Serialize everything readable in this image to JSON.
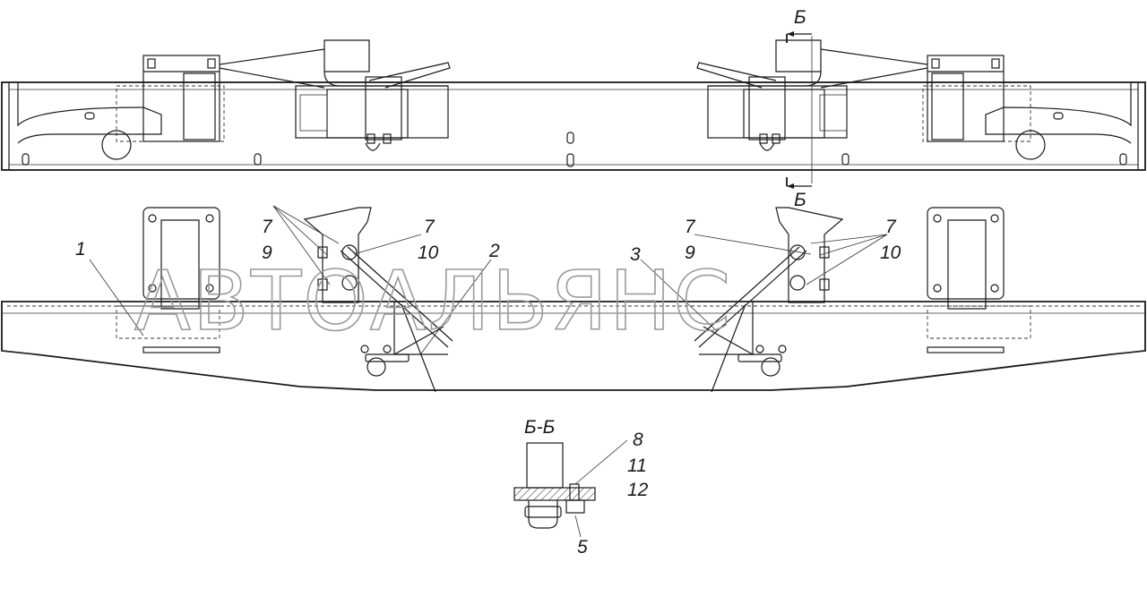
{
  "watermark": "АВТОАЛЬЯНС",
  "section_marks": {
    "top": "Б",
    "bottom": "Б"
  },
  "section_view_title": "Б-Б",
  "callouts": {
    "c1": "1",
    "c2": "2",
    "c3": "3",
    "c7_left_a": "7",
    "c7_left_b": "7",
    "c9_left": "9",
    "c10_left": "10",
    "c7_right_a": "7",
    "c7_right_b": "7",
    "c9_right": "9",
    "c10_right": "10",
    "c8": "8",
    "c11": "11",
    "c12": "12",
    "c5": "5"
  }
}
